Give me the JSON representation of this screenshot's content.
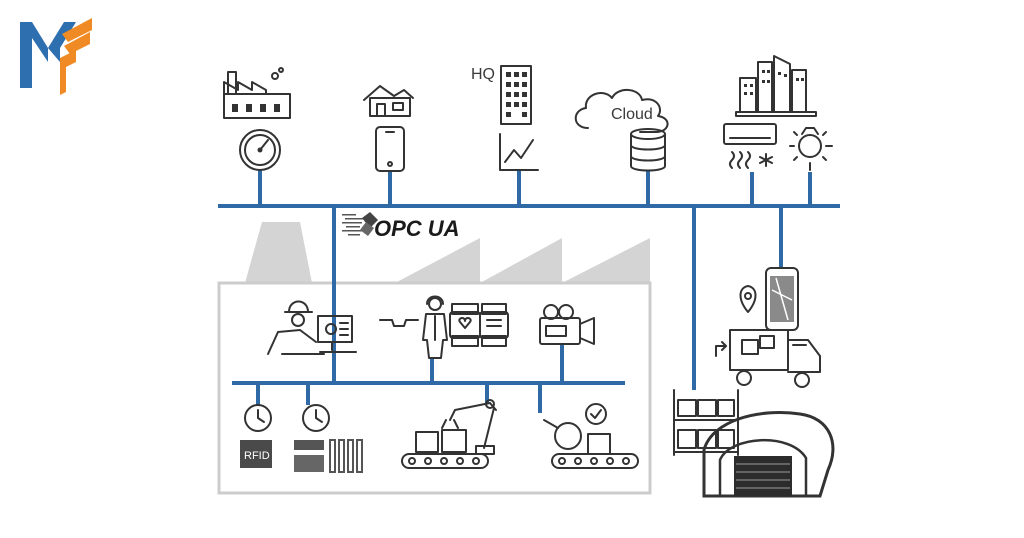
{
  "logo": {
    "text": "MF",
    "blue": "#2e6fb0",
    "orange": "#f08a24"
  },
  "labels": {
    "hq": "HQ",
    "cloud": "Cloud",
    "protocol": "OPC UA",
    "rfid": "RFID"
  },
  "colors": {
    "bus": "#2f6aa7",
    "icon": "#333333",
    "factory_outline": "#c9c9c9",
    "factory_fill": "#d4d4d4"
  },
  "icons": [
    "factory-icon",
    "gauge-icon",
    "house-icon",
    "smartphone-icon",
    "hq-building-icon",
    "line-chart-icon",
    "cloud-icon",
    "database-icon",
    "city-buildings-icon",
    "air-conditioner-icon",
    "sun-icon",
    "worker-computer-icon",
    "worker-smart-glasses-icon",
    "smartwatch-icon",
    "camera-icon",
    "clock-icon",
    "rfid-reader-icon",
    "barcode-icon",
    "robot-arm-conveyor-icon",
    "inspection-conveyor-icon",
    "warehouse-icon",
    "storage-shelf-icon",
    "delivery-truck-icon",
    "location-pin-icon",
    "mobile-map-icon"
  ]
}
